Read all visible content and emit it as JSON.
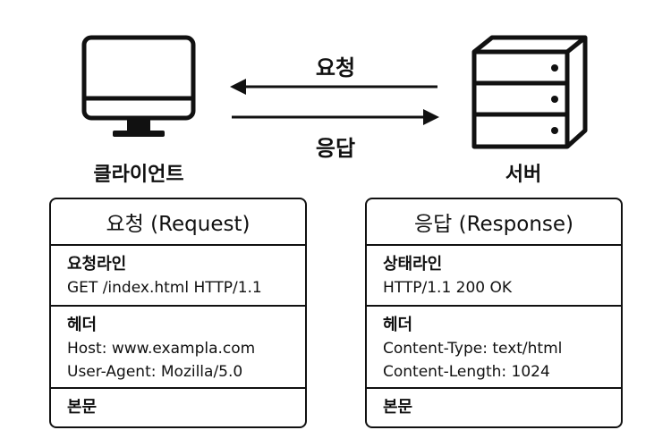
{
  "client": {
    "label": "클라이언트",
    "icon": "monitor-icon"
  },
  "server": {
    "label": "서버",
    "icon": "server-icon"
  },
  "arrows": {
    "request_label": "요청",
    "response_label": "응답"
  },
  "request_panel": {
    "title": "요청 (Request)",
    "sections": [
      {
        "heading": "요청라인",
        "lines": [
          "GET /index.html HTTP/1.1"
        ]
      },
      {
        "heading": "헤더",
        "lines": [
          "Host: www.exampla.com",
          "User-Agent: Mozilla/5.0"
        ]
      },
      {
        "heading": "본문",
        "lines": []
      }
    ]
  },
  "response_panel": {
    "title": "응답 (Response)",
    "sections": [
      {
        "heading": "상태라인",
        "lines": [
          "HTTP/1.1 200 OK"
        ]
      },
      {
        "heading": "헤더",
        "lines": [
          "Content-Type: text/html",
          "Content-Length: 1024"
        ]
      },
      {
        "heading": "본문",
        "lines": []
      }
    ]
  }
}
